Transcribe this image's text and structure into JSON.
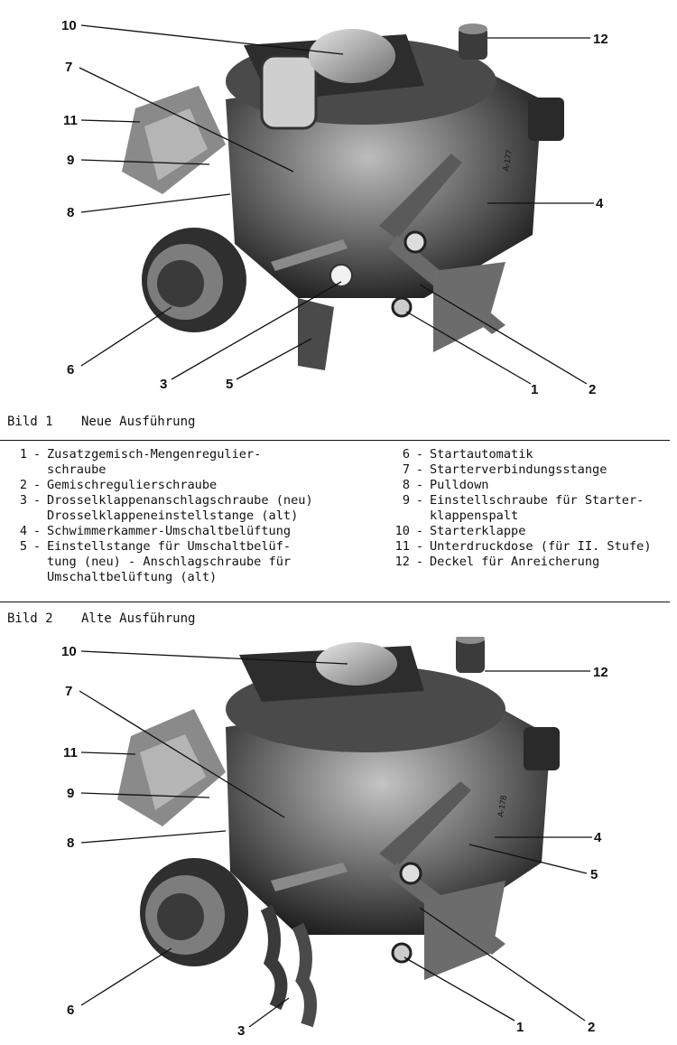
{
  "figure1": {
    "callouts": [
      "10",
      "7",
      "11",
      "9",
      "8",
      "6",
      "3",
      "5",
      "1",
      "2",
      "4",
      "12"
    ],
    "code": "A-177"
  },
  "caption1": {
    "label": "Bild 1",
    "title": "Neue Ausführung"
  },
  "legend": {
    "left": [
      {
        "n": "1",
        "text": "Zusatzgemisch-Mengenregulier-\nschraube"
      },
      {
        "n": "2",
        "text": "Gemischregulierschraube"
      },
      {
        "n": "3",
        "text": "Drosselklappenanschlagschraube (neu)\nDrosselklappeneinstellstange (alt)"
      },
      {
        "n": "4",
        "text": "Schwimmerkammer-Umschaltbelüftung"
      },
      {
        "n": "5",
        "text": "Einstellstange für Umschaltbelüf-\ntung (neu) - Anschlagschraube für\nUmschaltbelüftung (alt)"
      }
    ],
    "right": [
      {
        "n": "6",
        "text": "Startautomatik"
      },
      {
        "n": "7",
        "text": "Starterverbindungsstange"
      },
      {
        "n": "8",
        "text": "Pulldown"
      },
      {
        "n": "9",
        "text": "Einstellschraube für Starter-\nklappenspalt"
      },
      {
        "n": "10",
        "text": "Starterklappe"
      },
      {
        "n": "11",
        "text": "Unterdruckdose (für II. Stufe)"
      },
      {
        "n": "12",
        "text": "Deckel für Anreicherung"
      }
    ]
  },
  "caption2": {
    "label": "Bild 2",
    "title": "Alte Ausführung"
  },
  "figure2": {
    "callouts": [
      "10",
      "7",
      "11",
      "9",
      "8",
      "6",
      "3",
      "1",
      "2",
      "5",
      "4",
      "12"
    ],
    "code": "A-178"
  },
  "colors": {
    "ink": "#111111",
    "metal_dark": "#3a3a3a",
    "metal_mid": "#8a8a8a",
    "metal_light": "#d9d9d9"
  }
}
